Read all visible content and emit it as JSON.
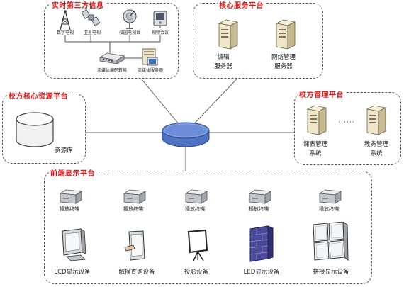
{
  "panels": {
    "third_party": {
      "title": "实时第三方信息",
      "items": [
        "数字电视",
        "卫星电视",
        "校园电视台",
        "视频会议"
      ],
      "codec": "流媒体编码转换",
      "media_server": "流媒体服务器"
    },
    "core_service": {
      "title": "核心服务平台",
      "edit_server": [
        "编辑",
        "服务器"
      ],
      "network_server": [
        "网络管理",
        "服务器"
      ]
    },
    "core_resource": {
      "title": "校方核心资源平台",
      "resource_db": "资源库"
    },
    "management": {
      "title": "校方管理平台",
      "ellipsis": "······",
      "schedule_system": [
        "课表管理",
        "系统"
      ],
      "academic_system": [
        "教务管理",
        "系统"
      ]
    },
    "frontend": {
      "title": "前端显示平台",
      "terminals": [
        "播放终端",
        "播放终端",
        "播放终端",
        "播放终端",
        "播放终端"
      ],
      "devices": [
        "LCD显示设备",
        "触摸查询设备",
        "投影设备",
        "LED显示设备",
        "拼接显示设备"
      ]
    }
  },
  "colors": {
    "title_red": "#e01818",
    "hub_blue": "#6c8ed8",
    "server_beige": "#efe6c9"
  }
}
